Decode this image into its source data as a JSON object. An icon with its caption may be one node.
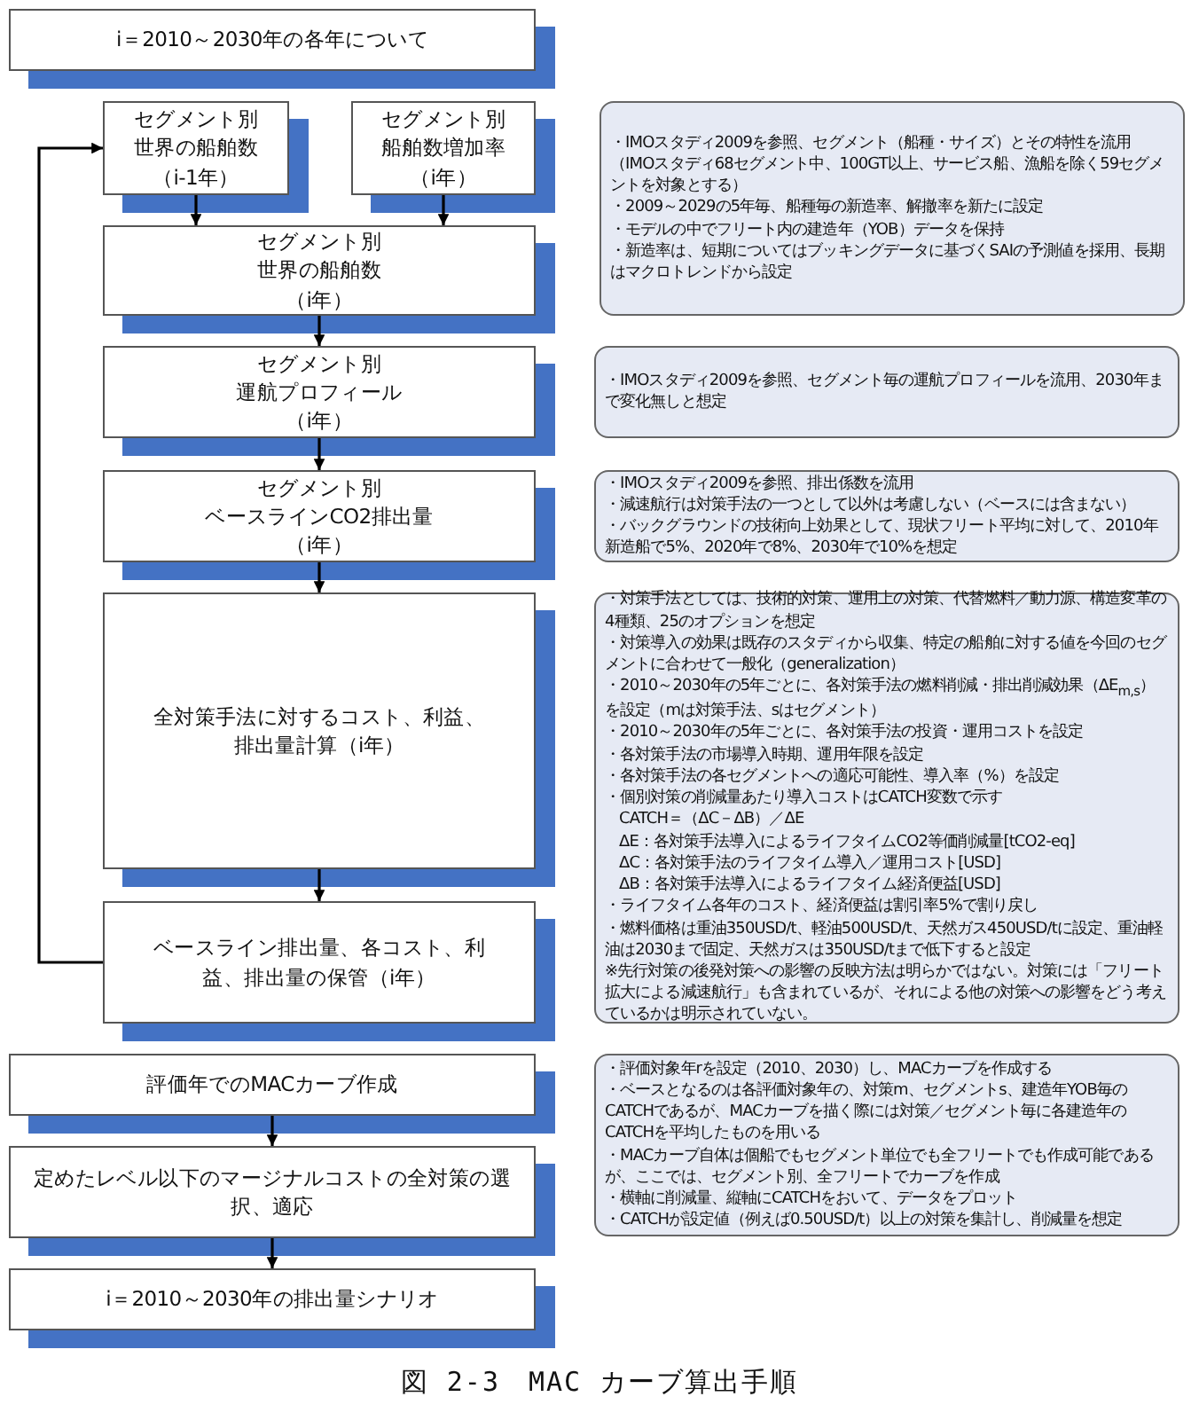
{
  "diagram": {
    "caption": "図 2-3　MAC カーブ算出手順",
    "nodes": [
      {
        "text": [
          "i＝2010～2030年の各年について"
        ]
      },
      {
        "text": [
          "セグメント別",
          "世界の船舶数",
          "（i-1年）"
        ]
      },
      {
        "text": [
          "セグメント別",
          "船舶数増加率",
          "（i年）"
        ]
      },
      {
        "text": [
          "セグメント別",
          "世界の船舶数",
          "（i年）"
        ]
      },
      {
        "text": [
          "セグメント別",
          "運航プロフィール",
          "（i年）"
        ]
      },
      {
        "text": [
          "セグメント別",
          "ベースラインCO2排出量",
          "（i年）"
        ]
      },
      {
        "text": [
          "全対策手法に対するコスト、利益、排出量計算（i年）"
        ]
      },
      {
        "text": [
          "ベースライン排出量、各コスト、利益、排出量の保管（i年）"
        ]
      },
      {
        "text": [
          "評価年でのMACカーブ作成"
        ]
      },
      {
        "text": [
          "定めたレベル以下のマージナルコストの全対策の選択、適応"
        ]
      },
      {
        "text": [
          "i＝2010～2030年の排出量シナリオ"
        ]
      },
      {
        "text": [
          "・IMOスタディ2009を参照、セグメント（船種・サイズ）とその特性を流用（IMOスタディ68セグメント中、100GT以上、サービス船、漁船を除く59セグメントを対象とする）",
          "・2009～2029の5年毎、船種毎の新造率、解撤率を新たに設定",
          "・モデルの中でフリート内の建造年（YOB）データを保持",
          "・新造率は、短期についてはブッキングデータに基づくSAIの予測値を採用、長期はマクロトレンドから設定"
        ]
      },
      {
        "text": [
          "・IMOスタディ2009を参照、セグメント毎の運航プロフィールを流用、2030年まで変化無しと想定"
        ]
      },
      {
        "text": [
          "・IMOスタディ2009を参照、排出係数を流用",
          "・減速航行は対策手法の一つとして以外は考慮しない（ベースには含まない）",
          "・バックグラウンドの技術向上効果として、現状フリート平均に対して、2010年新造船で5%、2020年で8%、2030年で10%を想定"
        ]
      },
      {
        "text": [
          "・対策手法としては、技術的対策、運用上の対策、代替燃料／動力源、構造変革の4種類、25のオプションを想定",
          "・対策導入の効果は既存のスタディから収集、特定の船舶に対する値を今回のセグメントに合わせて一般化（generalization）",
          "・2010～2030年の5年ごとに、各対策手法の燃料削減・排出削減効果（ΔE$_{m,s}$）を設定（mは対策手法、sはセグメント）",
          "・2010～2030年の5年ごとに、各対策手法の投資・運用コストを設定",
          "・各対策手法の市場導入時期、運用年限を設定",
          "・各対策手法の各セグメントへの適応可能性、導入率（%）を設定",
          "・個別対策の削減量あたり導入コストはCATCH変数で示す",
          "CATCH＝（ΔC－ΔB）／ΔE",
          "ΔE：各対策手法導入によるライフタイムCO2等価削減量[tCO2-eq]",
          "ΔC：各対策手法のライフタイム導入／運用コスト[USD]",
          "ΔB：各対策手法導入によるライフタイム経済便益[USD]",
          "・ライフタイム各年のコスト、経済便益は割引率5%で割り戻し",
          "・燃料価格は重油350USD/t、軽油500USD/t、天然ガス450USD/tに設定、重油軽油は2030まで固定、天然ガスは350USD/tまで低下すると設定",
          "※先行対策の後発対策への影響の反映方法は明らかではない。対策には「フリート拡大による減速航行」も含まれているが、それによる他の対策への影響をどう考えているかは明示されていない。"
        ]
      },
      {
        "text": [
          "・評価対象年rを設定（2010、2030）し、MACカーブを作成する",
          "・ベースとなるのは各評価対象年の、対策m、セグメントs、建造年YOB毎のCATCHであるが、MACカーブを描く際には対策／セグメント毎に各建造年のCATCHを平均したものを用いる",
          "・MACカーブ自体は個船でもセグメント単位でも全フリートでも作成可能であるが、ここでは、セグメント別、全フリートでカーブを作成",
          "・横軸に削減量、縦軸にCATCHをおいて、データをプロット",
          "・CATCHが設定値（例えば0.50USD/t）以上の対策を集計し、削減量を想定"
        ]
      }
    ],
    "edges": [
      {
        "from": 1,
        "to": 3,
        "arrow": "to"
      },
      {
        "from": 2,
        "to": 3,
        "arrow": "to"
      },
      {
        "from": 3,
        "to": 4,
        "arrow": "to"
      },
      {
        "from": 4,
        "to": 5,
        "arrow": "to"
      },
      {
        "from": 5,
        "to": 6,
        "arrow": "to"
      },
      {
        "from": 6,
        "to": 7,
        "arrow": "to"
      },
      {
        "from": 7,
        "to": 1,
        "arrow": "to"
      },
      {
        "from": 8,
        "to": 9,
        "arrow": "to"
      },
      {
        "from": 9,
        "to": 10,
        "arrow": "to"
      }
    ]
  }
}
